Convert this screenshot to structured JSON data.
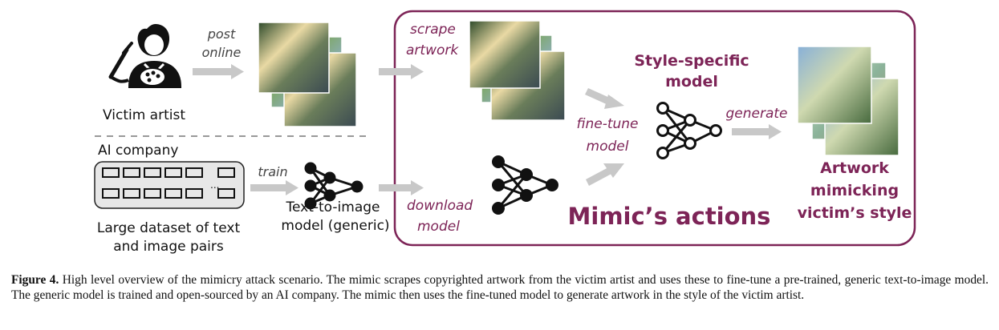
{
  "labels": {
    "post_online_1": "post",
    "post_online_2": "online",
    "victim_artist": "Victim artist",
    "ai_company": "AI company",
    "train": "train",
    "dataset_1": "Large dataset of text",
    "dataset_2": "and image pairs",
    "t2i_1": "Text-to-image",
    "t2i_2": "model (generic)",
    "scrape_1": "scrape",
    "scrape_2": "artwork",
    "download_1": "download",
    "download_2": "model",
    "finetune_1": "fine-tune",
    "finetune_2": "model",
    "style_model_1": "Style-specific",
    "style_model_2": "model",
    "generate": "generate",
    "output_1": "Artwork",
    "output_2": "mimicking",
    "output_3": "victim’s style",
    "mimic_actions": "Mimic’s actions",
    "dataset_ellipsis": "..."
  },
  "caption": {
    "label": "Figure 4.",
    "text": "High level overview of the mimicry attack scenario. The mimic scrapes copyrighted artwork from the victim artist and uses these to fine-tune a pre-trained, generic text-to-image model. The generic model is trained and open-sourced by an AI company. The mimic then uses the fine-tuned model to generate artwork in the style of the victim artist."
  },
  "colors": {
    "accent": "#7d2457",
    "arrow": "#c8c8c8",
    "text": "#111111"
  }
}
